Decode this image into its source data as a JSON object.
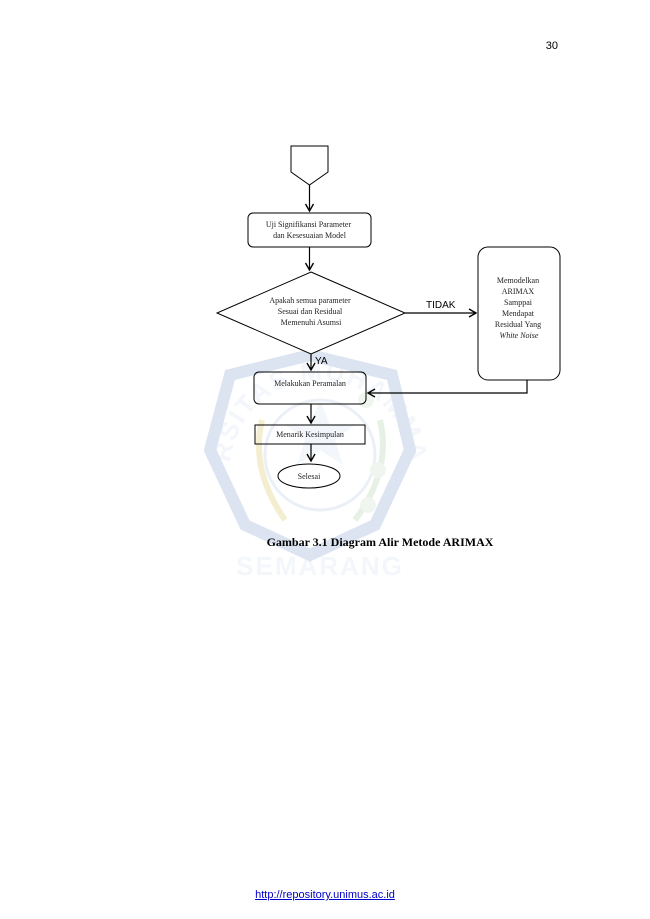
{
  "page": {
    "number": "30"
  },
  "flowchart": {
    "nodes": {
      "start": "",
      "uji": [
        "Uji Signifikansi Parameter",
        "dan Kesesuaian Model"
      ],
      "decision": [
        "Apakah semua parameter",
        "Sesuai dan Residual",
        "Memenuhi Asumsi"
      ],
      "remodel": [
        "Memodelkan",
        "ARIMAX",
        "Samppai",
        "Mendapat",
        "Residual Yang"
      ],
      "remodel_italic": "White Noise",
      "forecast": "Melakukan Peramalan",
      "conclusion": "Menarik Kesimpulan",
      "end": "Selesai"
    },
    "edges": {
      "no_label": "TIDAK",
      "yes_label": "YA"
    }
  },
  "caption": "Gambar 3.1 Diagram Alir Metode ARIMAX",
  "watermark": {
    "top_text": "UNIVERSITAS MUHAMMADIYAH",
    "bottom_text": "SEMARANG"
  },
  "footer": {
    "link": "http://repository.unimus.ac.id"
  },
  "colors": {
    "watermark": "#9bb4d6",
    "link": "#0000cc"
  }
}
